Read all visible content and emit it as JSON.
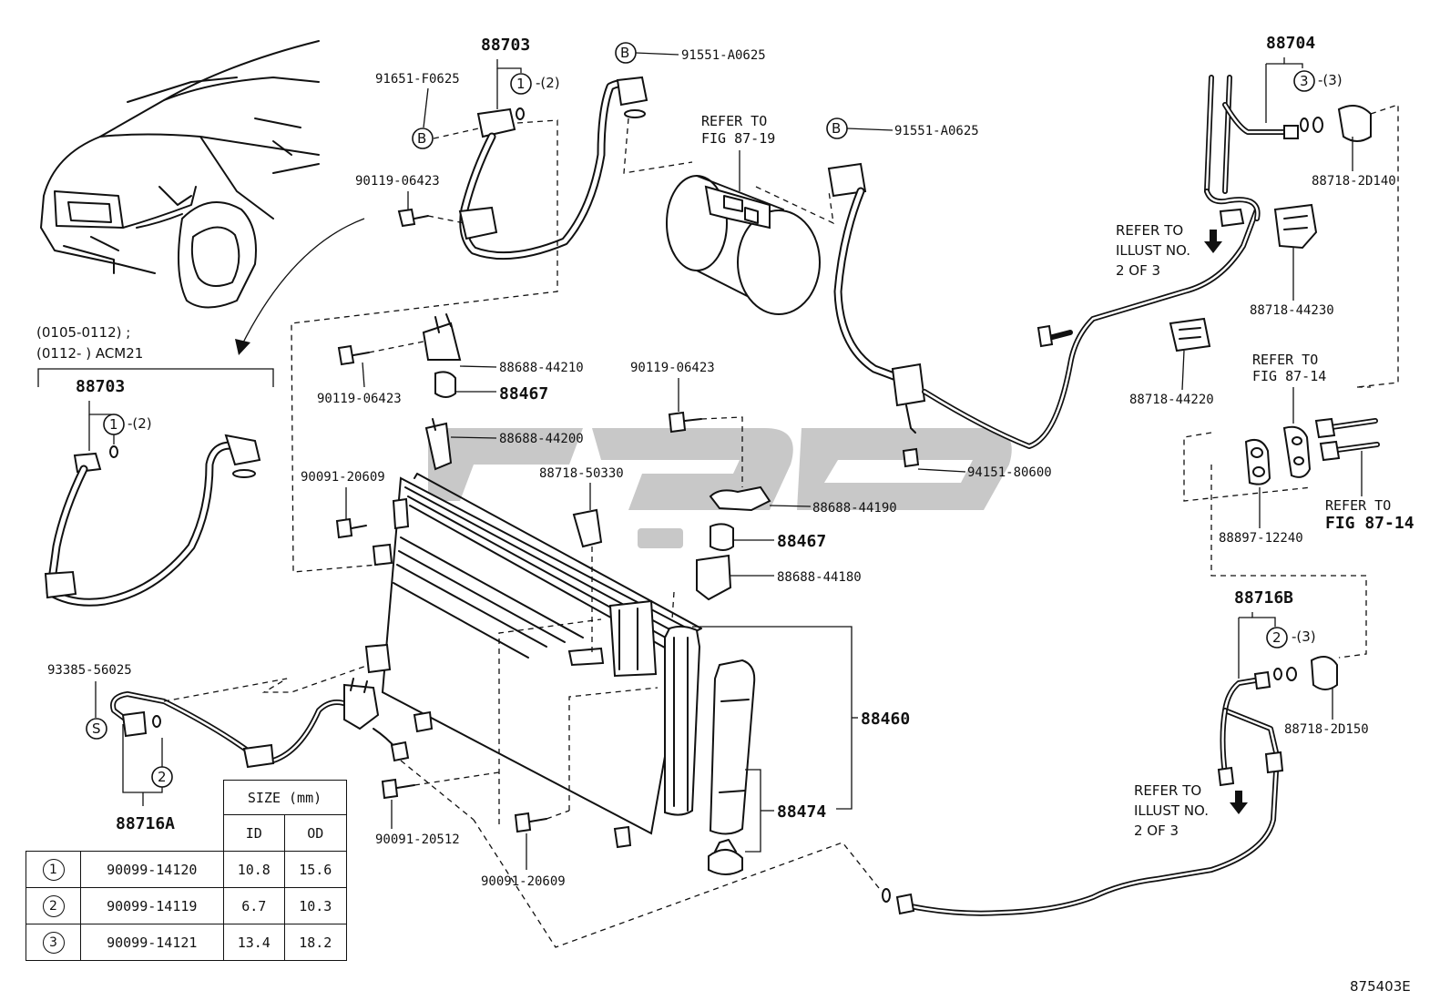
{
  "figure_code": "875403E",
  "variant_note": {
    "line1": "(0105-0112) ;",
    "line2": "(0112-        ) ACM21"
  },
  "callouts": {
    "c88703_top": "88703",
    "c88703_inset": "88703",
    "c88704": "88704",
    "c88716B": "88716B",
    "c88716A": "88716A",
    "c88460": "88460",
    "c88474": "88474",
    "c88467_a": "88467",
    "c88467_b": "88467",
    "p91651": "91651-F0625",
    "p91551_a": "91551-A0625",
    "p91551_b": "91551-A0625",
    "p90119_a": "90119-06423",
    "p90119_b": "90119-06423",
    "p90119_c": "90119-06423",
    "p88688_44210": "88688-44210",
    "p88688_44200": "88688-44200",
    "p88688_44190": "88688-44190",
    "p88688_44180": "88688-44180",
    "p90091_20609_a": "90091-20609",
    "p90091_20609_b": "90091-20609",
    "p90091_20512": "90091-20512",
    "p88718_50330": "88718-50330",
    "p88718_2D140": "88718-2D140",
    "p88718_44230": "88718-44230",
    "p88718_44220": "88718-44220",
    "p88718_2D150": "88718-2D150",
    "p94151": "94151-80600",
    "p88897": "88897-12240",
    "p93385": "93385-56025",
    "q_2": "-(2)",
    "q_2b": "-(2)",
    "q_3": "-(3)",
    "q_3b": "-(3)"
  },
  "refers": {
    "fig8719": {
      "l1": "REFER TO",
      "l2": "FIG 87-19"
    },
    "fig8714_a": {
      "l1": "REFER TO",
      "l2": "FIG 87-14"
    },
    "fig8714_b": {
      "l1": "REFER TO",
      "l2": "FIG 87-14"
    },
    "illust_a": {
      "l1": "REFER TO",
      "l2": "ILLUST NO.",
      "l3": "2 OF 3"
    },
    "illust_b": {
      "l1": "REFER TO",
      "l2": "ILLUST NO.",
      "l3": "2 OF 3"
    }
  },
  "symbols": {
    "b": "B",
    "s": "S",
    "one": "1",
    "two": "2",
    "three": "3"
  },
  "size_table": {
    "header": "SIZE (mm)",
    "id_label": "ID",
    "od_label": "OD",
    "rows": [
      {
        "no": "1",
        "part": "90099-14120",
        "id": "10.8",
        "od": "15.6"
      },
      {
        "no": "2",
        "part": "90099-14119",
        "id": "6.7",
        "od": "10.3"
      },
      {
        "no": "3",
        "part": "90099-14121",
        "id": "13.4",
        "od": "18.2"
      }
    ]
  }
}
